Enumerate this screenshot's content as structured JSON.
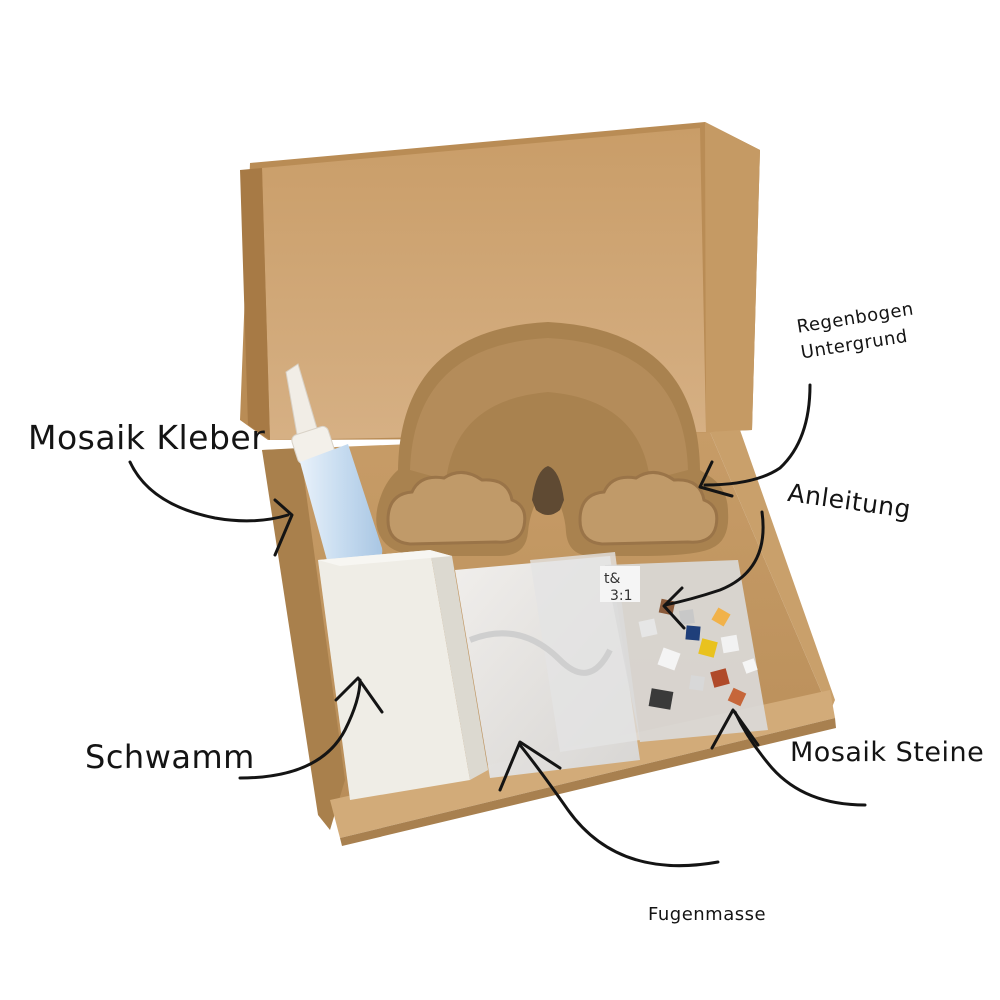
{
  "labels": {
    "mosaik_kleber": "Mosaik Kleber",
    "schwamm": "Schwamm",
    "regenbogen_line1": "Regenbogen",
    "regenbogen_line2": "Untergrund",
    "anleitung": "Anleitung",
    "mosaik_steine": "Mosaik Steine",
    "fugenmasse": "Fugenmasse"
  },
  "instruction_sheet_text": {
    "line1": "t&",
    "line2": "3:1"
  },
  "colors": {
    "cardboard": "#c9a16e",
    "cardboard_dark": "#a8814f",
    "mdf_board": "#b0875a",
    "sponge": "#f2f0ea",
    "glue_bottle": "#cfe1f2",
    "ink": "#141414"
  }
}
